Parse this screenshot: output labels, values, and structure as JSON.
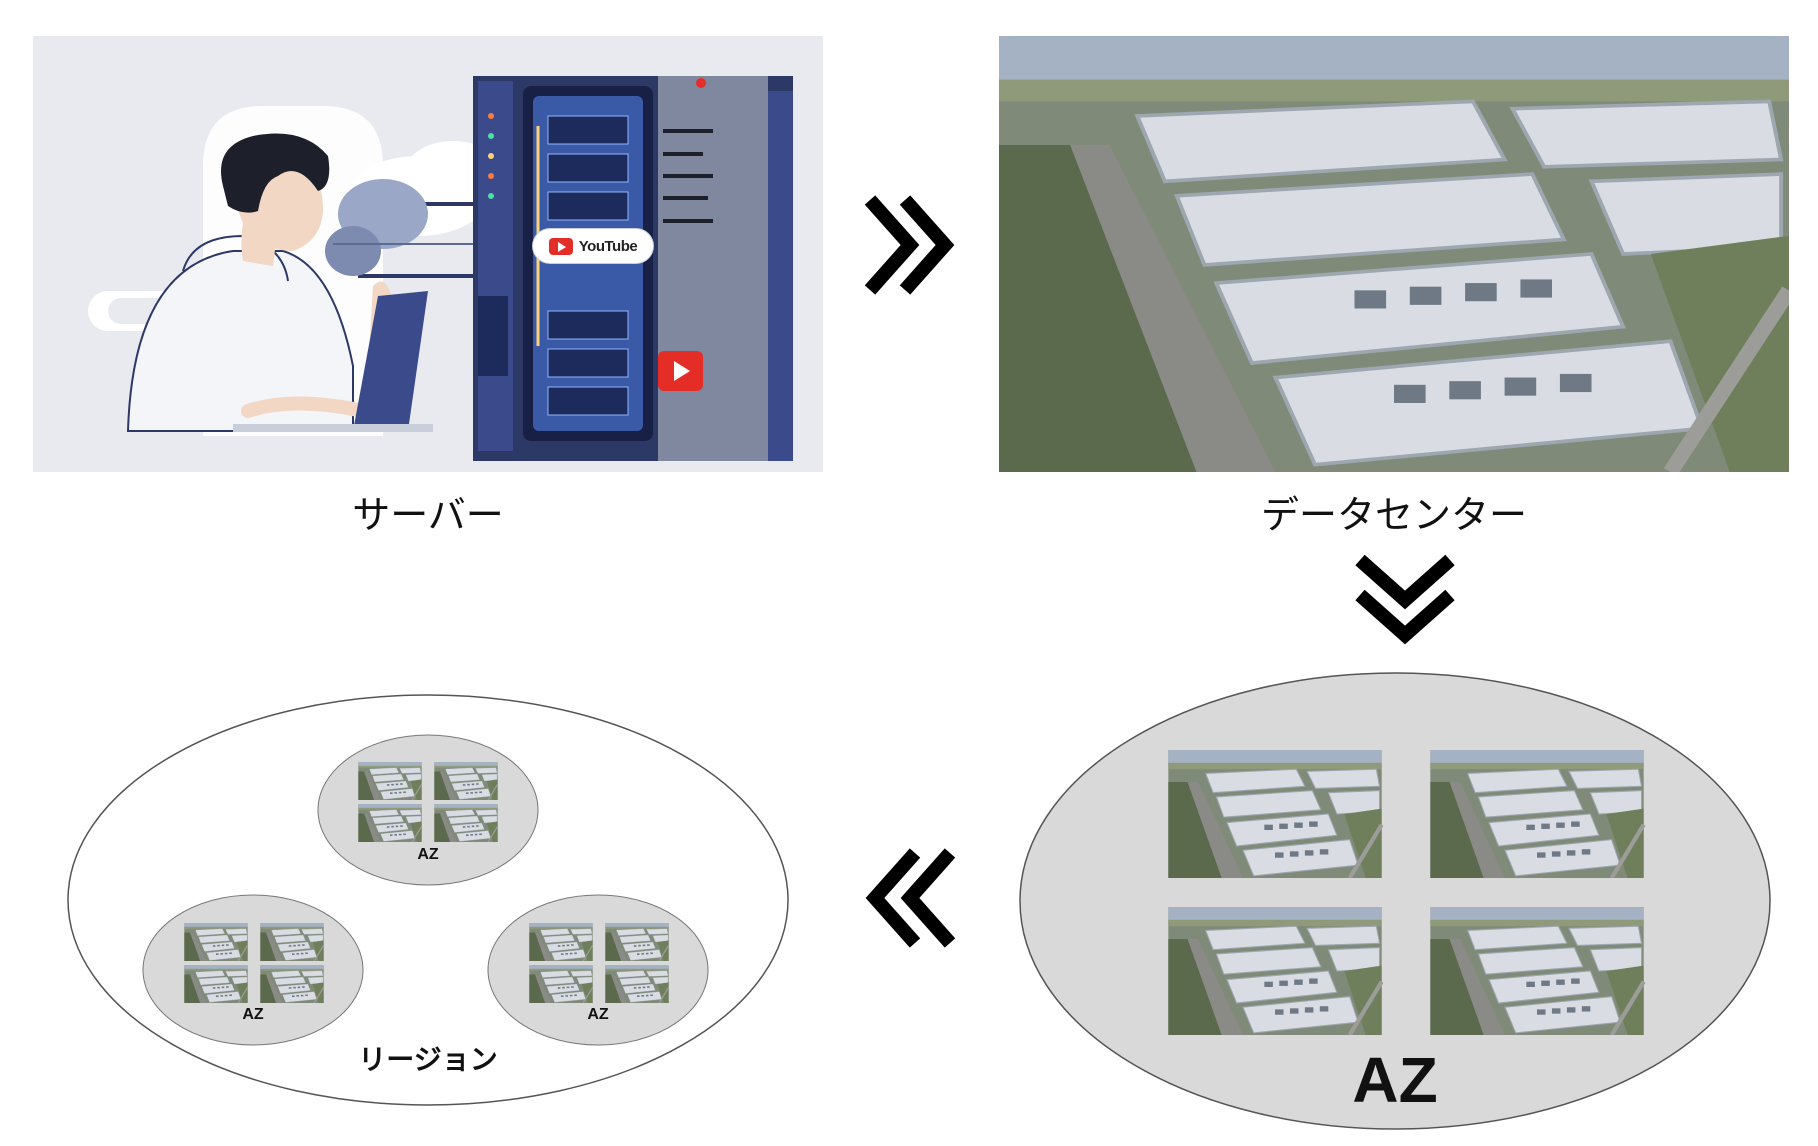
{
  "labels": {
    "server": "サーバー",
    "datacenter": "データセンター",
    "region": "リージョン",
    "az_large": "AZ",
    "az_small": "AZ"
  },
  "server_badge": "YouTube",
  "flow": [
    "サーバー",
    "データセンター",
    "AZ",
    "リージョン"
  ],
  "colors": {
    "arrow": "#000000",
    "az_fill": "#d9d9d9",
    "region_fill": "#ffffff",
    "server_blue": "#3a4a8a",
    "youtube_red": "#e52d27"
  },
  "icons": [
    "person-icon",
    "server-rack-icon",
    "youtube-logo-icon",
    "datacenter-photo",
    "chevron-right-icon",
    "chevron-down-icon",
    "chevron-left-icon"
  ]
}
